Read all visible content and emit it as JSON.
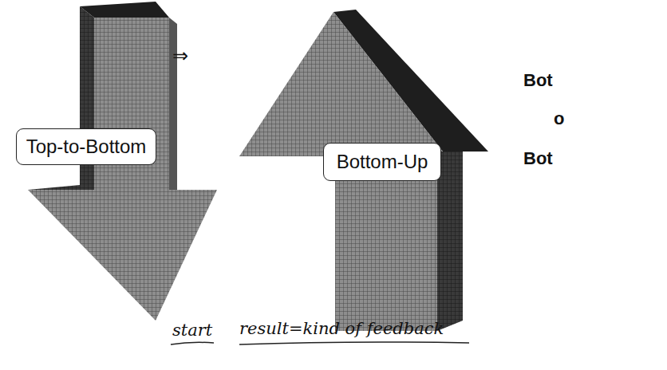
{
  "diagram": {
    "nodes": [
      {
        "text": [
          "Top-to-Bottom"
        ]
      },
      {
        "text": [
          "Bottom-Up"
        ]
      }
    ],
    "labels": [
      "⇒",
      "Bot",
      "o",
      "Bot",
      "start",
      "result=kind of feedback"
    ]
  }
}
